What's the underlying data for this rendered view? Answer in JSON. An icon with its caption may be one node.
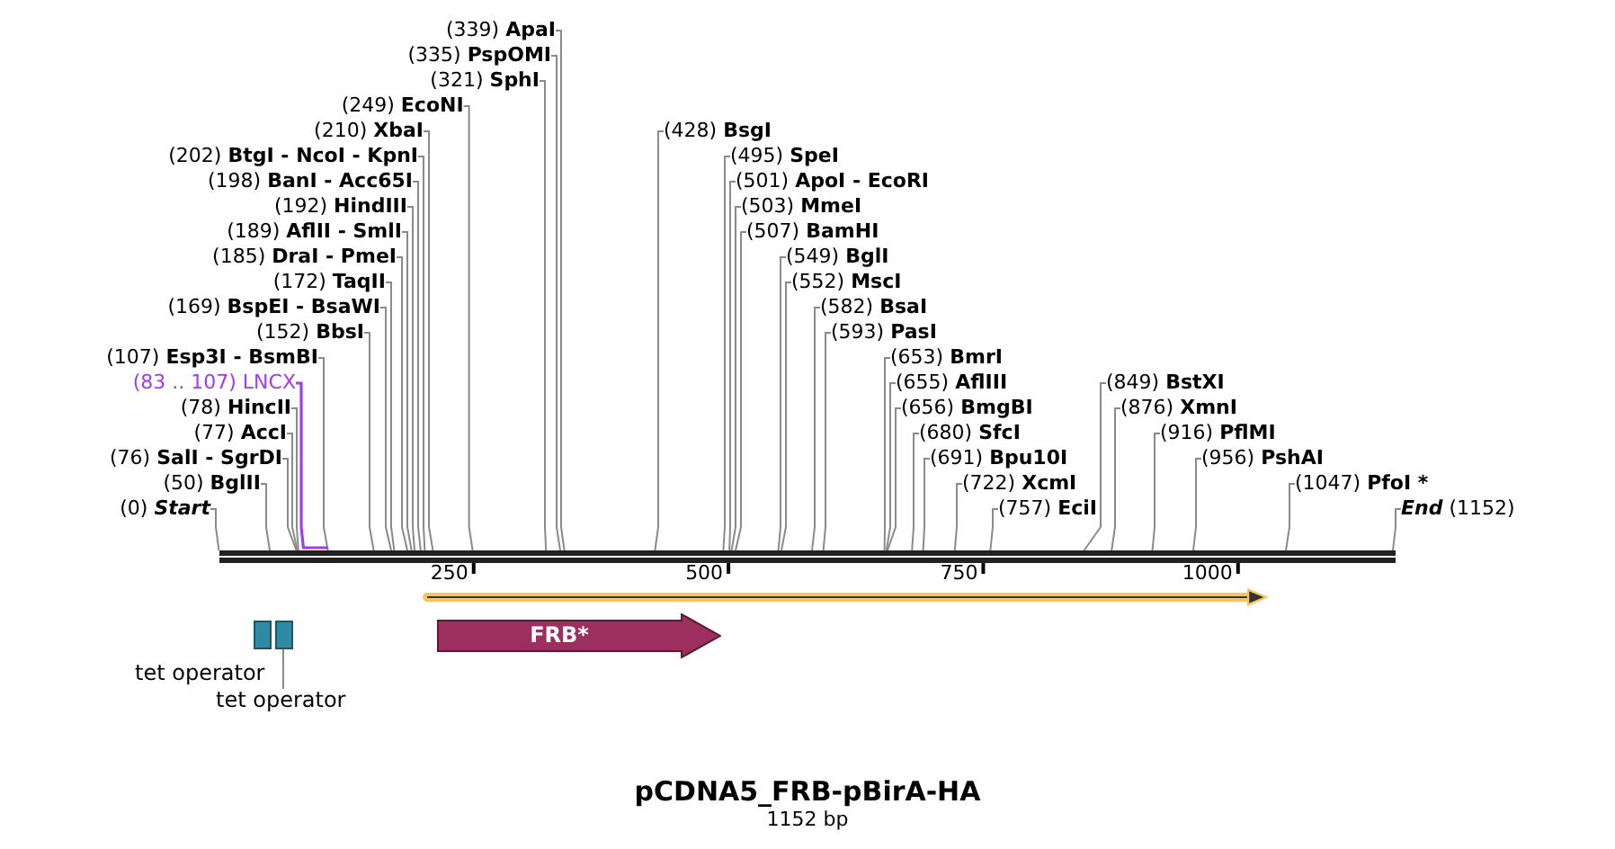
{
  "diagram": {
    "title": "pCDNA5_FRB-pBirA-HA",
    "caption": "1152 bp",
    "nodes": [
      {
        "text": [
          "(202)",
          "BtgI - NcoI - KpnI"
        ]
      },
      {
        "text": [
          "(198)",
          "BanI - Acc65I"
        ]
      },
      {
        "text": [
          "(192)",
          "HindIII"
        ]
      },
      {
        "text": [
          "(189)",
          "AflII - SmlI"
        ]
      },
      {
        "text": [
          "(185)",
          "DraI - PmeI"
        ]
      },
      {
        "text": [
          "(507)",
          "BamHI"
        ]
      },
      {
        "text": [
          "(172)",
          "TaqII"
        ]
      },
      {
        "text": [
          "(503)",
          "MmeI"
        ]
      },
      {
        "text": [
          "(169)",
          "BspEI - BsaWI"
        ]
      },
      {
        "text": [
          "(152)",
          "BbsI"
        ]
      },
      {
        "text": [
          "(501)",
          "ApoI - EcoRI"
        ]
      },
      {
        "text": [
          "(691)",
          "Bpu10I"
        ]
      },
      {
        "text": [
          "(495)",
          "SpeI"
        ]
      },
      {
        "text": [
          "(680)",
          "SfcI"
        ]
      },
      {
        "text": [
          "(107)",
          "Esp3I - BsmBI"
        ]
      },
      {
        "text": [
          "(656)",
          "BmgBI"
        ]
      },
      {
        "text": [
          "(428)",
          "BsgI"
        ]
      },
      {
        "text": [
          "(83 .. 107)",
          "LNCX"
        ]
      },
      {
        "text": [
          "(655)",
          "AflIII"
        ]
      },
      {
        "text": [
          "(339)",
          "ApaI"
        ]
      },
      {
        "text": [
          "(653)",
          "BmrI"
        ]
      },
      {
        "text": [
          "(78)",
          "HincII"
        ]
      },
      {
        "text": [
          "(876)",
          "XmnI"
        ]
      },
      {
        "text": [
          "(335)",
          "PspOMI"
        ]
      },
      {
        "text": [
          "(77)",
          "AccI"
        ]
      },
      {
        "text": [
          "(593)",
          "PasI"
        ]
      },
      {
        "text": [
          "(321)",
          "SphI"
        ]
      },
      {
        "text": [
          "(849)",
          "BstXI"
        ]
      },
      {
        "text": [
          "(1047)",
          "PfoI *"
        ]
      },
      {
        "text": [
          "(76)",
          "SalI - SgrDI"
        ]
      },
      {
        "text": [
          "(582)",
          "BsaI"
        ]
      },
      {
        "text": [
          "(50)",
          "BglII"
        ]
      },
      {
        "text": [
          "(249)",
          "EcoNI"
        ]
      },
      {
        "text": [
          "(757)",
          "EciI"
        ]
      },
      {
        "text": [
          "(956)",
          "PshAI"
        ]
      },
      {
        "text": [
          "(552)",
          "MscI"
        ]
      },
      {
        "text": [
          "(0)",
          "Start"
        ]
      },
      {
        "text": [
          "(210)",
          "XbaI"
        ]
      },
      {
        "text": [
          "(549)",
          "BglI"
        ]
      },
      {
        "text": [
          "(722)",
          "XcmI"
        ]
      },
      {
        "text": [
          "(916)",
          "PflMI"
        ]
      },
      {
        "text": [
          "End",
          "(1152)"
        ]
      },
      {
        "text": [],
        "shape": "bar"
      },
      {
        "text": [],
        "shape": "arrow"
      },
      {
        "text": [],
        "shape": "box",
        "beside": [
          "tet operator"
        ]
      },
      {
        "text": [],
        "shape": "box"
      },
      {
        "text": [
          "FRB*"
        ]
      },
      {
        "text": [
          "tet operator"
        ]
      }
    ],
    "edges": [
      {
        "from": 0,
        "to": 42,
        "arrow": "none"
      },
      {
        "from": 1,
        "to": 42,
        "arrow": "none"
      },
      {
        "from": 2,
        "to": 42,
        "arrow": "none"
      },
      {
        "from": 3,
        "to": 42,
        "arrow": "none"
      },
      {
        "from": 4,
        "to": 42,
        "arrow": "none"
      },
      {
        "from": 5,
        "to": 42,
        "arrow": "none"
      },
      {
        "from": 6,
        "to": 42,
        "arrow": "none"
      },
      {
        "from": 7,
        "to": 42,
        "arrow": "none"
      },
      {
        "from": 8,
        "to": 42,
        "arrow": "none"
      },
      {
        "from": 9,
        "to": 42,
        "arrow": "none"
      },
      {
        "from": 10,
        "to": 42,
        "arrow": "none"
      },
      {
        "from": 11,
        "to": 42,
        "arrow": "none"
      },
      {
        "from": 12,
        "to": 42,
        "arrow": "none"
      },
      {
        "from": 13,
        "to": 42,
        "arrow": "none"
      },
      {
        "from": 14,
        "to": 42,
        "arrow": "none"
      },
      {
        "from": 15,
        "to": 42,
        "arrow": "none"
      },
      {
        "from": 16,
        "to": 42,
        "arrow": "none"
      },
      {
        "from": 17,
        "to": 42,
        "arrow": "none",
        "color": "#a13bf5"
      },
      {
        "from": 18,
        "to": 42,
        "arrow": "none"
      },
      {
        "from": 19,
        "to": 42,
        "arrow": "none"
      },
      {
        "from": 20,
        "to": 42,
        "arrow": "none"
      },
      {
        "from": 21,
        "to": 42,
        "arrow": "none"
      },
      {
        "from": 22,
        "to": 42,
        "arrow": "none"
      },
      {
        "from": 23,
        "to": 42,
        "arrow": "none"
      },
      {
        "from": 24,
        "to": 42,
        "arrow": "none"
      },
      {
        "from": 25,
        "to": 42,
        "arrow": "none"
      },
      {
        "from": 26,
        "to": 42,
        "arrow": "none"
      },
      {
        "from": 27,
        "to": 42,
        "arrow": "none"
      },
      {
        "from": 28,
        "to": 42,
        "arrow": "none"
      },
      {
        "from": 29,
        "to": 42,
        "arrow": "none"
      },
      {
        "from": 30,
        "to": 42,
        "arrow": "none"
      },
      {
        "from": 31,
        "to": 42,
        "arrow": "none"
      },
      {
        "from": 32,
        "to": 42,
        "arrow": "none"
      },
      {
        "from": 33,
        "to": 42,
        "arrow": "none"
      },
      {
        "from": 34,
        "to": 42,
        "arrow": "none"
      },
      {
        "from": 35,
        "to": 42,
        "arrow": "none"
      },
      {
        "from": 36,
        "to": 42,
        "arrow": "none"
      },
      {
        "from": 37,
        "to": 42,
        "arrow": "none"
      },
      {
        "from": 38,
        "to": 42,
        "arrow": "none"
      },
      {
        "from": 39,
        "to": 42,
        "arrow": "none"
      },
      {
        "from": 40,
        "to": 42,
        "arrow": "none"
      },
      {
        "from": 41,
        "to": 42,
        "arrow": "none"
      },
      {
        "from": 47,
        "to": 45,
        "arrow": "none"
      }
    ],
    "labels": [
      "250",
      "500",
      "750",
      "1000"
    ]
  }
}
